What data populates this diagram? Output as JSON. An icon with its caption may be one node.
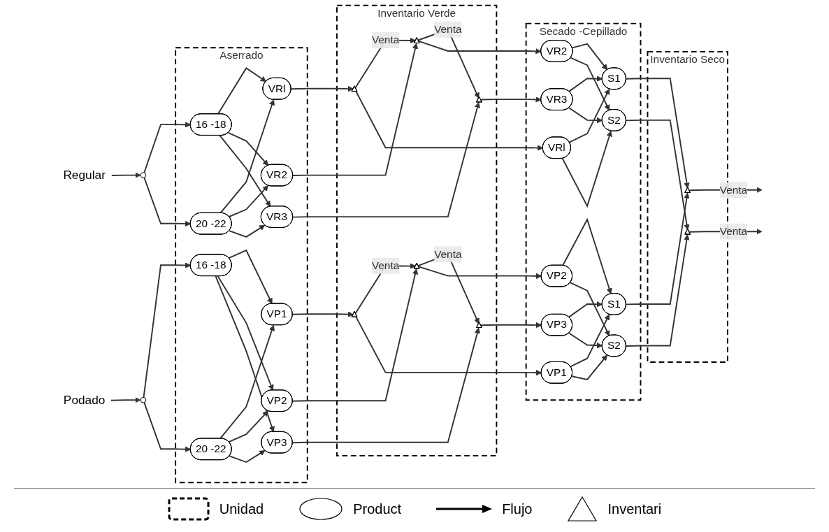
{
  "diagram": {
    "nodes": [
      {
        "text": [
          "Aserrado"
        ]
      },
      {
        "text": [
          "Inventario Verde"
        ]
      },
      {
        "text": [
          "Secado -Cepillado"
        ]
      },
      {
        "text": [
          "Inventario Seco"
        ]
      },
      {
        "text": [
          "Regular"
        ]
      },
      {
        "text": [],
        "shape": "circle"
      },
      {
        "text": [
          "16 -18"
        ],
        "in": 0
      },
      {
        "text": [
          "20 -22"
        ],
        "in": 0
      },
      {
        "text": [
          "VRl"
        ],
        "in": 0
      },
      {
        "text": [
          "VR2"
        ],
        "in": 0
      },
      {
        "text": [
          "VR3"
        ],
        "in": 0
      },
      {
        "text": [],
        "shape": "triangle",
        "in": 1
      },
      {
        "text": [],
        "shape": "triangle",
        "in": 1
      },
      {
        "text": [],
        "shape": "triangle",
        "in": 1
      },
      {
        "text": [
          "VRl"
        ],
        "in": 2
      },
      {
        "text": [
          "VR2"
        ],
        "in": 2
      },
      {
        "text": [
          "VR3"
        ],
        "in": 2
      },
      {
        "text": [
          "S1"
        ],
        "in": 2
      },
      {
        "text": [
          "S2"
        ],
        "in": 2
      },
      {
        "text": [],
        "shape": "triangle",
        "in": 3
      },
      {
        "text": [
          "Podado"
        ]
      },
      {
        "text": [],
        "shape": "circle"
      },
      {
        "text": [
          "16 -18"
        ],
        "in": 0
      },
      {
        "text": [
          "20 -22"
        ],
        "in": 0
      },
      {
        "text": [
          "VP1"
        ],
        "in": 0
      },
      {
        "text": [
          "VP2"
        ],
        "in": 0
      },
      {
        "text": [
          "VP3"
        ],
        "in": 0
      },
      {
        "text": [],
        "shape": "triangle",
        "in": 1
      },
      {
        "text": [],
        "shape": "triangle",
        "in": 1
      },
      {
        "text": [],
        "shape": "triangle",
        "in": 1
      },
      {
        "text": [
          "VP1"
        ],
        "in": 2
      },
      {
        "text": [
          "VP2"
        ],
        "in": 2
      },
      {
        "text": [
          "VP3"
        ],
        "in": 2
      },
      {
        "text": [
          "S1"
        ],
        "in": 2
      },
      {
        "text": [
          "S2"
        ],
        "in": 2
      },
      {
        "text": [],
        "shape": "triangle",
        "in": 3
      }
    ],
    "edges": [
      {
        "from": 4,
        "to": 5,
        "arrow": "to"
      },
      {
        "from": 5,
        "to": 6,
        "arrow": "to"
      },
      {
        "from": 5,
        "to": 7,
        "arrow": "to"
      },
      {
        "from": 6,
        "to": 8,
        "arrow": "to"
      },
      {
        "from": 6,
        "to": 9,
        "arrow": "to"
      },
      {
        "from": 6,
        "to": 10,
        "arrow": "to"
      },
      {
        "from": 7,
        "to": 8,
        "arrow": "to"
      },
      {
        "from": 7,
        "to": 9,
        "arrow": "to"
      },
      {
        "from": 7,
        "to": 10,
        "arrow": "to"
      },
      {
        "from": 8,
        "to": 11,
        "arrow": "to"
      },
      {
        "from": 9,
        "to": 12,
        "arrow": "to"
      },
      {
        "from": 10,
        "to": 13,
        "arrow": "to"
      },
      {
        "from": 11,
        "to": 12,
        "label": "Venta",
        "arrow": "to"
      },
      {
        "from": 12,
        "to": 13,
        "label": "Venta",
        "arrow": "to"
      },
      {
        "from": 11,
        "to": 14,
        "arrow": "to"
      },
      {
        "from": 12,
        "to": 15,
        "arrow": "to"
      },
      {
        "from": 13,
        "to": 16,
        "arrow": "to"
      },
      {
        "from": 14,
        "to": 17,
        "arrow": "to"
      },
      {
        "from": 14,
        "to": 18,
        "arrow": "to"
      },
      {
        "from": 15,
        "to": 17,
        "arrow": "to"
      },
      {
        "from": 15,
        "to": 18,
        "arrow": "to"
      },
      {
        "from": 16,
        "to": 17,
        "arrow": "to"
      },
      {
        "from": 16,
        "to": 18,
        "arrow": "to"
      },
      {
        "from": 17,
        "to": 19,
        "arrow": "to"
      },
      {
        "from": 18,
        "to": 35,
        "arrow": "to"
      },
      {
        "from": 19,
        "to": null,
        "label": "Venta",
        "arrow": "to"
      },
      {
        "from": 20,
        "to": 21,
        "arrow": "to"
      },
      {
        "from": 21,
        "to": 22,
        "arrow": "to"
      },
      {
        "from": 21,
        "to": 23,
        "arrow": "to"
      },
      {
        "from": 22,
        "to": 24,
        "arrow": "to"
      },
      {
        "from": 22,
        "to": 25,
        "arrow": "to"
      },
      {
        "from": 22,
        "to": 26,
        "arrow": "to"
      },
      {
        "from": 23,
        "to": 24,
        "arrow": "to"
      },
      {
        "from": 23,
        "to": 25,
        "arrow": "to"
      },
      {
        "from": 23,
        "to": 26,
        "arrow": "to"
      },
      {
        "from": 24,
        "to": 27,
        "arrow": "to"
      },
      {
        "from": 25,
        "to": 28,
        "arrow": "to"
      },
      {
        "from": 26,
        "to": 29,
        "arrow": "to"
      },
      {
        "from": 27,
        "to": 28,
        "label": "Venta",
        "arrow": "to"
      },
      {
        "from": 28,
        "to": 29,
        "label": "Venta",
        "arrow": "to"
      },
      {
        "from": 27,
        "to": 30,
        "arrow": "to"
      },
      {
        "from": 28,
        "to": 31,
        "arrow": "to"
      },
      {
        "from": 29,
        "to": 32,
        "arrow": "to"
      },
      {
        "from": 30,
        "to": 33,
        "arrow": "to"
      },
      {
        "from": 30,
        "to": 34,
        "arrow": "to"
      },
      {
        "from": 31,
        "to": 33,
        "arrow": "to"
      },
      {
        "from": 31,
        "to": 34,
        "arrow": "to"
      },
      {
        "from": 32,
        "to": 33,
        "arrow": "to"
      },
      {
        "from": 32,
        "to": 34,
        "arrow": "to"
      },
      {
        "from": 33,
        "to": 19,
        "arrow": "to"
      },
      {
        "from": 34,
        "to": 35,
        "arrow": "to"
      },
      {
        "from": 35,
        "to": null,
        "label": "Venta",
        "arrow": "to"
      }
    ],
    "legend": [
      {
        "text": "Unidad"
      },
      {
        "text": "Product"
      },
      {
        "text": "Flujo"
      },
      {
        "text": "Inventari"
      }
    ]
  }
}
